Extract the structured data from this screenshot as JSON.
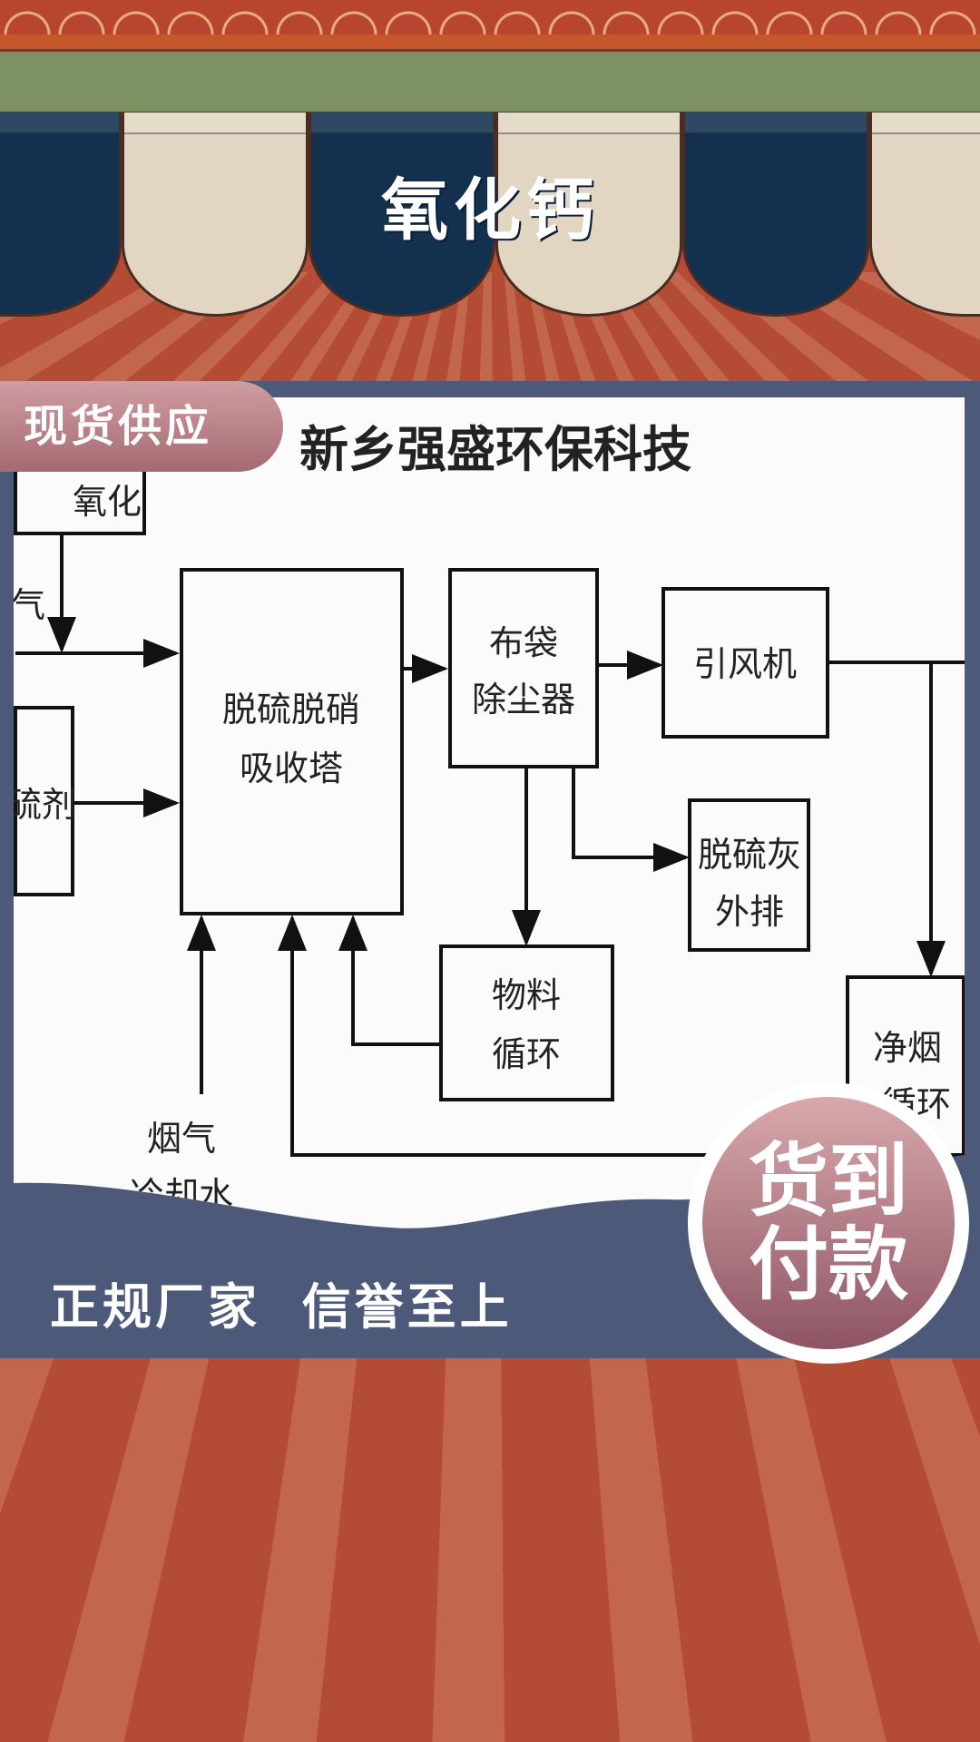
{
  "header": {
    "title": "氧化钙"
  },
  "tag": {
    "label": "现货供应"
  },
  "diagram": {
    "company": "新乡强盛环保科技",
    "boxes": {
      "oxidation": "氧化",
      "gas": "气",
      "desulfurizer": "硫剂",
      "tower_line1": "脱硫脱硝",
      "tower_line2": "吸收塔",
      "bag_line1": "布袋",
      "bag_line2": "除尘器",
      "fan": "引风机",
      "ash_line1": "脱硫灰",
      "ash_line2": "外排",
      "material_line1": "物料",
      "material_line2": "循环",
      "clean_line1": "净烟",
      "clean_line2": "循环",
      "flue_line1": "烟气",
      "flue_line2": "冷却水"
    }
  },
  "slogan": "正规厂家  信誉至上",
  "badge": {
    "line1": "货到",
    "line2": "付款"
  },
  "colors": {
    "navy": "#13304f",
    "cream": "#e2d6c3",
    "green": "#7e9162",
    "red": "#b44c35",
    "panel": "#4d5979",
    "pink": "#b77880"
  }
}
